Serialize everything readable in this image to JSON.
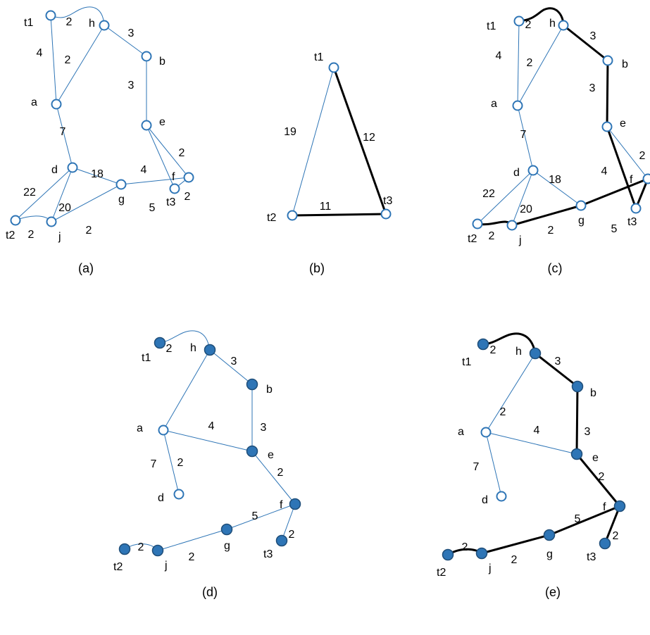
{
  "panels": [
    {
      "caption": "(a)",
      "nodes": [
        {
          "id": "t1",
          "label": "t1",
          "style": "open"
        },
        {
          "id": "h",
          "label": "h",
          "style": "open"
        },
        {
          "id": "b",
          "label": "b",
          "style": "open"
        },
        {
          "id": "a",
          "label": "a",
          "style": "open"
        },
        {
          "id": "e",
          "label": "e",
          "style": "open"
        },
        {
          "id": "d",
          "label": "d",
          "style": "open"
        },
        {
          "id": "f",
          "label": "f",
          "style": "open"
        },
        {
          "id": "g",
          "label": "g",
          "style": "open"
        },
        {
          "id": "t3",
          "label": "t3",
          "style": "open"
        },
        {
          "id": "t2",
          "label": "t2",
          "style": "open"
        },
        {
          "id": "j",
          "label": "j",
          "style": "open"
        }
      ],
      "edges": [
        {
          "from": "t1",
          "to": "h",
          "weight": "2",
          "bold": false
        },
        {
          "from": "t1",
          "to": "a",
          "weight": "4",
          "bold": false
        },
        {
          "from": "h",
          "to": "a",
          "weight": "2",
          "bold": false
        },
        {
          "from": "h",
          "to": "b",
          "weight": "3",
          "bold": false
        },
        {
          "from": "b",
          "to": "e",
          "weight": "3",
          "bold": false
        },
        {
          "from": "a",
          "to": "d",
          "weight": "7",
          "bold": false
        },
        {
          "from": "e",
          "to": "f",
          "weight": "2",
          "bold": false
        },
        {
          "from": "e",
          "to": "t3",
          "weight": "4",
          "bold": false
        },
        {
          "from": "d",
          "to": "g",
          "weight": "18",
          "bold": false
        },
        {
          "from": "d",
          "to": "t2",
          "weight": "22",
          "bold": false
        },
        {
          "from": "d",
          "to": "j",
          "weight": "20",
          "bold": false
        },
        {
          "from": "f",
          "to": "t3",
          "weight": "2",
          "bold": false
        },
        {
          "from": "f",
          "to": "g",
          "weight": "5",
          "bold": false
        },
        {
          "from": "g",
          "to": "j",
          "weight": "2",
          "bold": false
        },
        {
          "from": "t2",
          "to": "j",
          "weight": "2",
          "bold": false
        }
      ]
    },
    {
      "caption": "(b)",
      "nodes": [
        {
          "id": "t1",
          "label": "t1",
          "style": "open"
        },
        {
          "id": "t2",
          "label": "t2",
          "style": "open"
        },
        {
          "id": "t3",
          "label": "t3",
          "style": "open"
        }
      ],
      "edges": [
        {
          "from": "t1",
          "to": "t2",
          "weight": "19",
          "bold": false
        },
        {
          "from": "t1",
          "to": "t3",
          "weight": "12",
          "bold": true
        },
        {
          "from": "t2",
          "to": "t3",
          "weight": "11",
          "bold": true
        }
      ]
    },
    {
      "caption": "(c)",
      "nodes": [
        {
          "id": "t1",
          "label": "t1",
          "style": "open"
        },
        {
          "id": "h",
          "label": "h",
          "style": "open"
        },
        {
          "id": "b",
          "label": "b",
          "style": "open"
        },
        {
          "id": "a",
          "label": "a",
          "style": "open"
        },
        {
          "id": "e",
          "label": "e",
          "style": "open"
        },
        {
          "id": "d",
          "label": "d",
          "style": "open"
        },
        {
          "id": "f",
          "label": "f",
          "style": "open"
        },
        {
          "id": "g",
          "label": "g",
          "style": "open"
        },
        {
          "id": "t3",
          "label": "t3",
          "style": "open"
        },
        {
          "id": "t2",
          "label": "t2",
          "style": "open"
        },
        {
          "id": "j",
          "label": "j",
          "style": "open"
        }
      ],
      "edges": [
        {
          "from": "t1",
          "to": "h",
          "weight": "2",
          "bold": true
        },
        {
          "from": "t1",
          "to": "a",
          "weight": "4",
          "bold": false
        },
        {
          "from": "h",
          "to": "a",
          "weight": "2",
          "bold": false
        },
        {
          "from": "h",
          "to": "b",
          "weight": "3",
          "bold": true
        },
        {
          "from": "b",
          "to": "e",
          "weight": "3",
          "bold": true
        },
        {
          "from": "a",
          "to": "d",
          "weight": "7",
          "bold": false
        },
        {
          "from": "e",
          "to": "f",
          "weight": "2",
          "bold": false
        },
        {
          "from": "e",
          "to": "t3",
          "weight": "4",
          "bold": true
        },
        {
          "from": "d",
          "to": "g",
          "weight": "18",
          "bold": false
        },
        {
          "from": "d",
          "to": "t2",
          "weight": "22",
          "bold": false
        },
        {
          "from": "d",
          "to": "j",
          "weight": "20",
          "bold": false
        },
        {
          "from": "f",
          "to": "t3",
          "weight": "",
          "bold": true
        },
        {
          "from": "f",
          "to": "g",
          "weight": "5",
          "bold": true
        },
        {
          "from": "g",
          "to": "j",
          "weight": "2",
          "bold": true
        },
        {
          "from": "t2",
          "to": "j",
          "weight": "2",
          "bold": true
        }
      ]
    },
    {
      "caption": "(d)",
      "nodes": [
        {
          "id": "t1",
          "label": "t1",
          "style": "filled"
        },
        {
          "id": "h",
          "label": "h",
          "style": "filled"
        },
        {
          "id": "b",
          "label": "b",
          "style": "filled"
        },
        {
          "id": "a",
          "label": "a",
          "style": "open"
        },
        {
          "id": "e",
          "label": "e",
          "style": "filled"
        },
        {
          "id": "d",
          "label": "d",
          "style": "open"
        },
        {
          "id": "f",
          "label": "f",
          "style": "filled"
        },
        {
          "id": "g",
          "label": "g",
          "style": "filled"
        },
        {
          "id": "t3",
          "label": "t3",
          "style": "filled"
        },
        {
          "id": "t2",
          "label": "t2",
          "style": "filled"
        },
        {
          "id": "j",
          "label": "j",
          "style": "filled"
        }
      ],
      "edges": [
        {
          "from": "t1",
          "to": "h",
          "weight": "2",
          "bold": false
        },
        {
          "from": "h",
          "to": "a",
          "weight": "2",
          "bold": false
        },
        {
          "from": "h",
          "to": "b",
          "weight": "3",
          "bold": false
        },
        {
          "from": "a",
          "to": "e",
          "weight": "4",
          "bold": false
        },
        {
          "from": "b",
          "to": "e",
          "weight": "3",
          "bold": false
        },
        {
          "from": "a",
          "to": "d",
          "weight": "7",
          "bold": false
        },
        {
          "from": "e",
          "to": "f",
          "weight": "2",
          "bold": false
        },
        {
          "from": "f",
          "to": "t3",
          "weight": "2",
          "bold": false
        },
        {
          "from": "f",
          "to": "g",
          "weight": "5",
          "bold": false
        },
        {
          "from": "g",
          "to": "j",
          "weight": "2",
          "bold": false
        },
        {
          "from": "t2",
          "to": "j",
          "weight": "2",
          "bold": false
        }
      ]
    },
    {
      "caption": "(e)",
      "nodes": [
        {
          "id": "t1",
          "label": "t1",
          "style": "filled"
        },
        {
          "id": "h",
          "label": "h",
          "style": "filled"
        },
        {
          "id": "b",
          "label": "b",
          "style": "filled"
        },
        {
          "id": "a",
          "label": "a",
          "style": "open"
        },
        {
          "id": "e",
          "label": "e",
          "style": "filled"
        },
        {
          "id": "d",
          "label": "d",
          "style": "open"
        },
        {
          "id": "f",
          "label": "f",
          "style": "filled"
        },
        {
          "id": "g",
          "label": "g",
          "style": "filled"
        },
        {
          "id": "t3",
          "label": "t3",
          "style": "filled"
        },
        {
          "id": "t2",
          "label": "t2",
          "style": "filled"
        },
        {
          "id": "j",
          "label": "j",
          "style": "filled"
        }
      ],
      "edges": [
        {
          "from": "t1",
          "to": "h",
          "weight": "2",
          "bold": true
        },
        {
          "from": "h",
          "to": "a",
          "weight": "2",
          "bold": false
        },
        {
          "from": "h",
          "to": "b",
          "weight": "3",
          "bold": true
        },
        {
          "from": "a",
          "to": "e",
          "weight": "4",
          "bold": false
        },
        {
          "from": "b",
          "to": "e",
          "weight": "3",
          "bold": true
        },
        {
          "from": "a",
          "to": "d",
          "weight": "7",
          "bold": false
        },
        {
          "from": "e",
          "to": "f",
          "weight": "2",
          "bold": true
        },
        {
          "from": "f",
          "to": "t3",
          "weight": "2",
          "bold": true
        },
        {
          "from": "f",
          "to": "g",
          "weight": "5",
          "bold": true
        },
        {
          "from": "g",
          "to": "j",
          "weight": "2",
          "bold": true
        },
        {
          "from": "t2",
          "to": "j",
          "weight": "2",
          "bold": true
        }
      ]
    }
  ]
}
